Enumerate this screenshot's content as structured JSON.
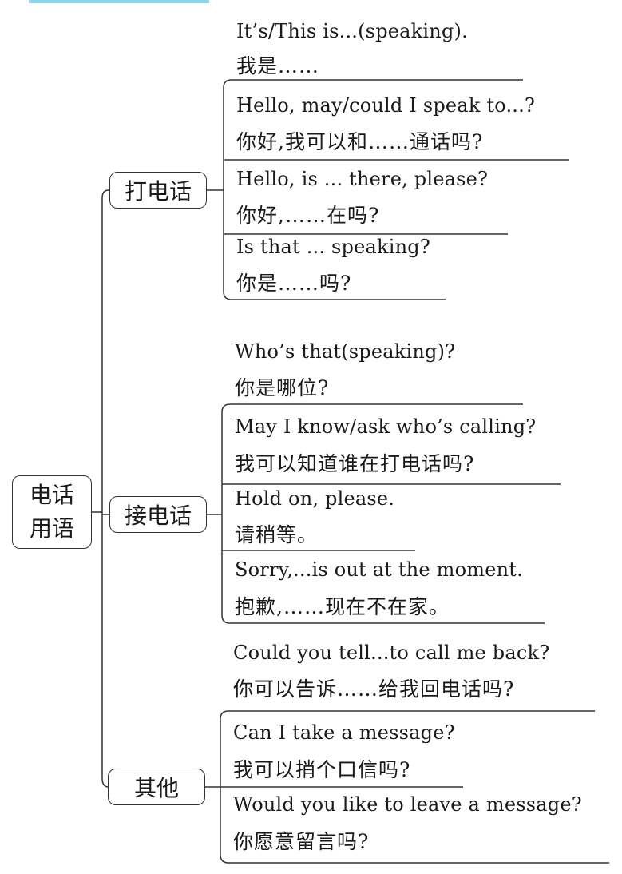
{
  "root": {
    "line1": "电话",
    "line2": "用语"
  },
  "categories": [
    {
      "label": "打电话",
      "phrases": [
        {
          "en": "It’s/This is...(speaking).",
          "zh": "我是……"
        },
        {
          "en": "Hello, may/could I speak to...?",
          "zh": "你好,我可以和……通话吗?"
        },
        {
          "en": "Hello, is ... there, please?",
          "zh": "你好,……在吗?"
        },
        {
          "en": "Is that ... speaking?",
          "zh": "你是……吗?"
        }
      ]
    },
    {
      "label": "接电话",
      "phrases": [
        {
          "en": "Who’s that(speaking)?",
          "zh": "你是哪位?"
        },
        {
          "en": "May I know/ask who’s calling?",
          "zh": "我可以知道谁在打电话吗?"
        },
        {
          "en": "Hold on, please.",
          "zh": "请稍等。"
        },
        {
          "en": "Sorry,...is out at the moment.",
          "zh": "抱歉,……现在不在家。"
        }
      ]
    },
    {
      "label": "其他",
      "phrases": [
        {
          "en": "Could you tell...to call me back?",
          "zh": "你可以告诉……给我回电话吗?"
        },
        {
          "en": "Can I take a message?",
          "zh": "我可以捎个口信吗?"
        },
        {
          "en": "Would you like to leave a message?",
          "zh": "你愿意留言吗?"
        }
      ]
    }
  ]
}
